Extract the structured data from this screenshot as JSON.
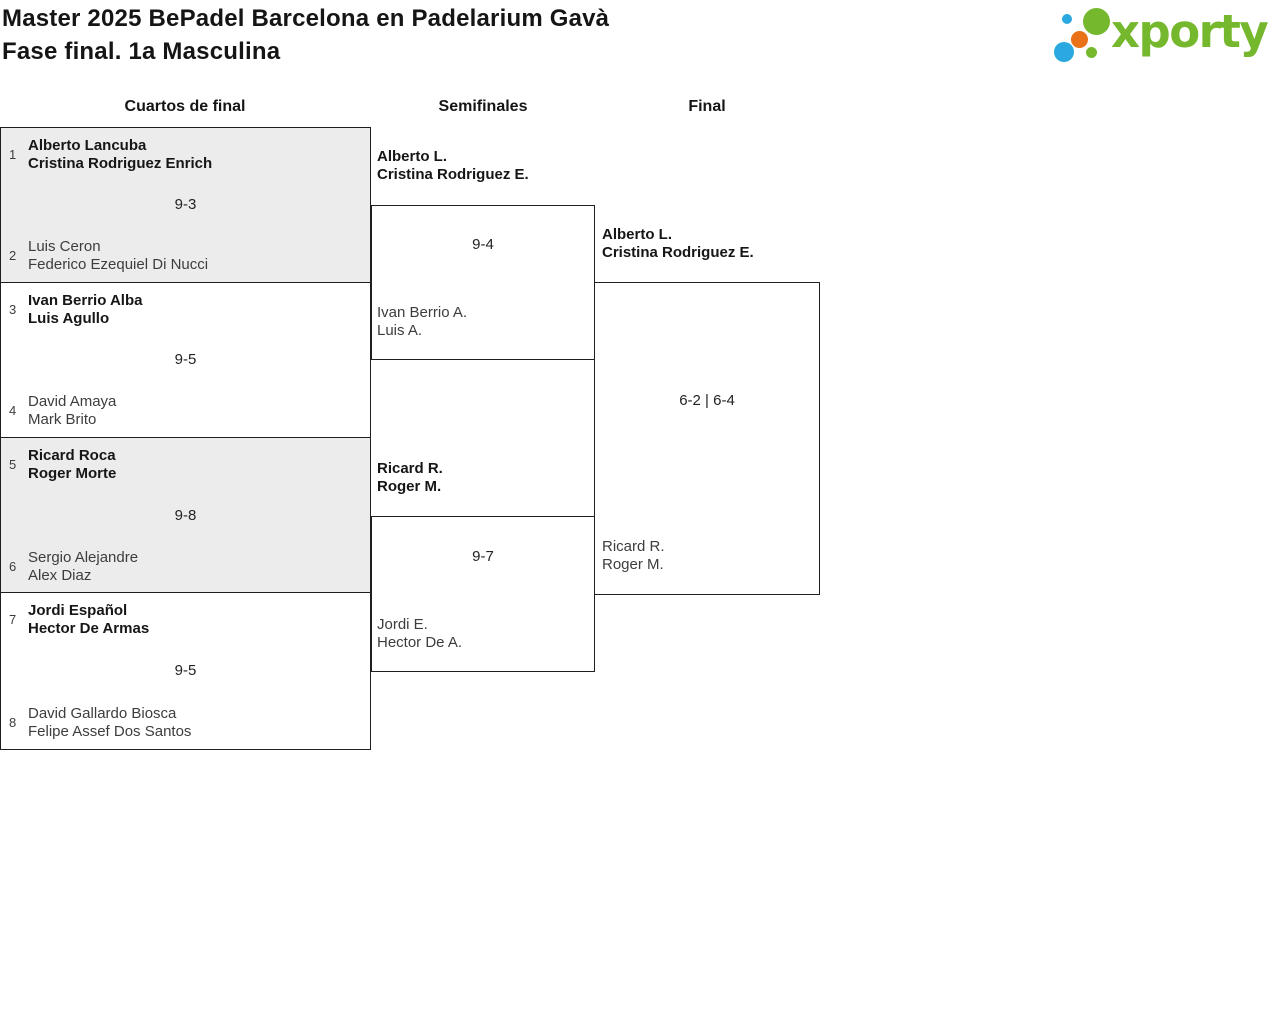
{
  "page": {
    "title_line1": "Master 2025 BePadel Barcelona en Padelarium Gavà",
    "title_line2": "Fase final. 1a Masculina"
  },
  "logo": {
    "text": "xporty",
    "colors": {
      "green": "#76b82d",
      "blue": "#29a9e0",
      "orange": "#e97117"
    }
  },
  "columns": {
    "quarterfinals": "Cuartos de final",
    "semifinals": "Semifinales",
    "final": "Final"
  },
  "colors": {
    "shaded_match_bg": "#ececec",
    "box_border": "#1f1f1f",
    "winner_text": "#161616",
    "loser_text": "#3d3d3d"
  },
  "bracket": {
    "quarterfinals": [
      {
        "seed_top": "1",
        "team_top": [
          "Alberto Lancuba",
          "Cristina Rodriguez Enrich"
        ],
        "score": "9-3",
        "seed_bottom": "2",
        "team_bottom": [
          "Luis Ceron",
          "Federico Ezequiel Di Nucci"
        ],
        "winner": "top",
        "shaded": true
      },
      {
        "seed_top": "3",
        "team_top": [
          "Ivan Berrio Alba",
          "Luis Agullo"
        ],
        "score": "9-5",
        "seed_bottom": "4",
        "team_bottom": [
          "David Amaya",
          "Mark Brito"
        ],
        "winner": "top",
        "shaded": false
      },
      {
        "seed_top": "5",
        "team_top": [
          "Ricard Roca",
          "Roger Morte"
        ],
        "score": "9-8",
        "seed_bottom": "6",
        "team_bottom": [
          "Sergio Alejandre",
          "Alex Diaz"
        ],
        "winner": "top",
        "shaded": true
      },
      {
        "seed_top": "7",
        "team_top": [
          "Jordi Español",
          "Hector De Armas"
        ],
        "score": "9-5",
        "seed_bottom": "8",
        "team_bottom": [
          "David Gallardo Biosca",
          "Felipe Assef Dos Santos"
        ],
        "winner": "top",
        "shaded": false
      }
    ],
    "semifinals": [
      {
        "team_top": [
          "Alberto L.",
          "Cristina Rodriguez E."
        ],
        "score": "9-4",
        "team_bottom": [
          "Ivan Berrio A.",
          "Luis A."
        ],
        "winner": "top"
      },
      {
        "team_top": [
          "Ricard R.",
          "Roger M."
        ],
        "score": "9-7",
        "team_bottom": [
          "Jordi E.",
          "Hector De A."
        ],
        "winner": "top"
      }
    ],
    "final": {
      "team_top": [
        "Alberto L.",
        "Cristina Rodriguez E."
      ],
      "score": "6-2 | 6-4",
      "team_bottom": [
        "Ricard R.",
        "Roger M."
      ],
      "winner": "top"
    }
  }
}
